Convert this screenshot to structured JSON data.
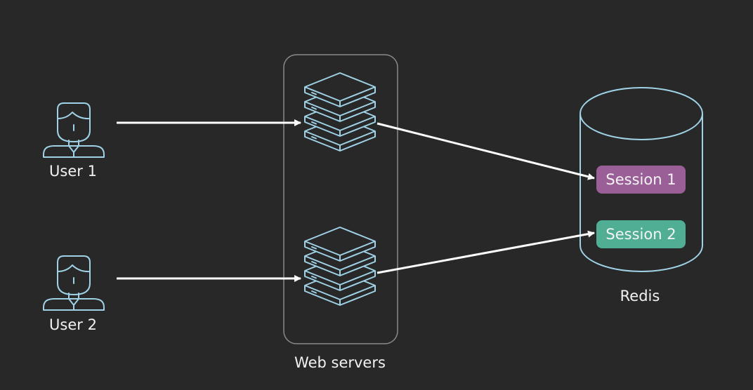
{
  "users": [
    {
      "label": "User 1"
    },
    {
      "label": "User 2"
    }
  ],
  "web_servers": {
    "label": "Web servers"
  },
  "redis": {
    "label": "Redis",
    "sessions": [
      {
        "label": "Session 1",
        "color": "#9b5f97"
      },
      {
        "label": "Session 2",
        "color": "#4fae94"
      }
    ]
  },
  "colors": {
    "background": "#282828",
    "icon_stroke": "#9fd2e6",
    "arrow": "#ffffff",
    "group_border": "#8a8a8a"
  }
}
